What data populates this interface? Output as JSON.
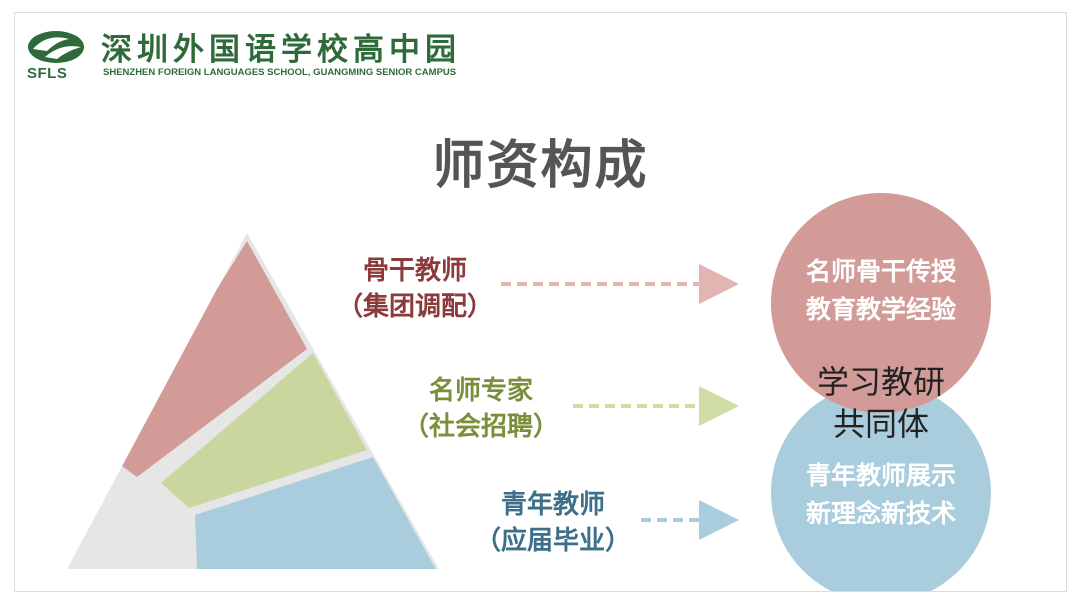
{
  "header": {
    "school_name_cn": "深圳外国语学校高中园",
    "school_abbr": "SFLS",
    "school_name_en": "SHENZHEN FOREIGN LANGUAGES SCHOOL, GUANGMING SENIOR CAMPUS"
  },
  "title": "师资构成",
  "tiers": [
    {
      "line1": "骨干教师",
      "line2": "（集团调配）",
      "color": "#d29b98"
    },
    {
      "line1": "名师专家",
      "line2": "（社会招聘）",
      "color": "#c9d79f"
    },
    {
      "line1": "青年教师",
      "line2": "（应届毕业）",
      "color": "#a9cddd"
    }
  ],
  "circles": {
    "top": {
      "line1": "名师骨干传授",
      "line2": "教育教学经验",
      "color": "#d29b98"
    },
    "bottom": {
      "line1": "青年教师展示",
      "line2": "新理念新技术",
      "color": "#a9cddd"
    },
    "overlap": {
      "line1": "学习教研",
      "line2": "共同体"
    }
  },
  "colors": {
    "brand_green": "#2f6b3a",
    "title_gray": "#555555",
    "pyramid_base": "#e6e6e6"
  }
}
